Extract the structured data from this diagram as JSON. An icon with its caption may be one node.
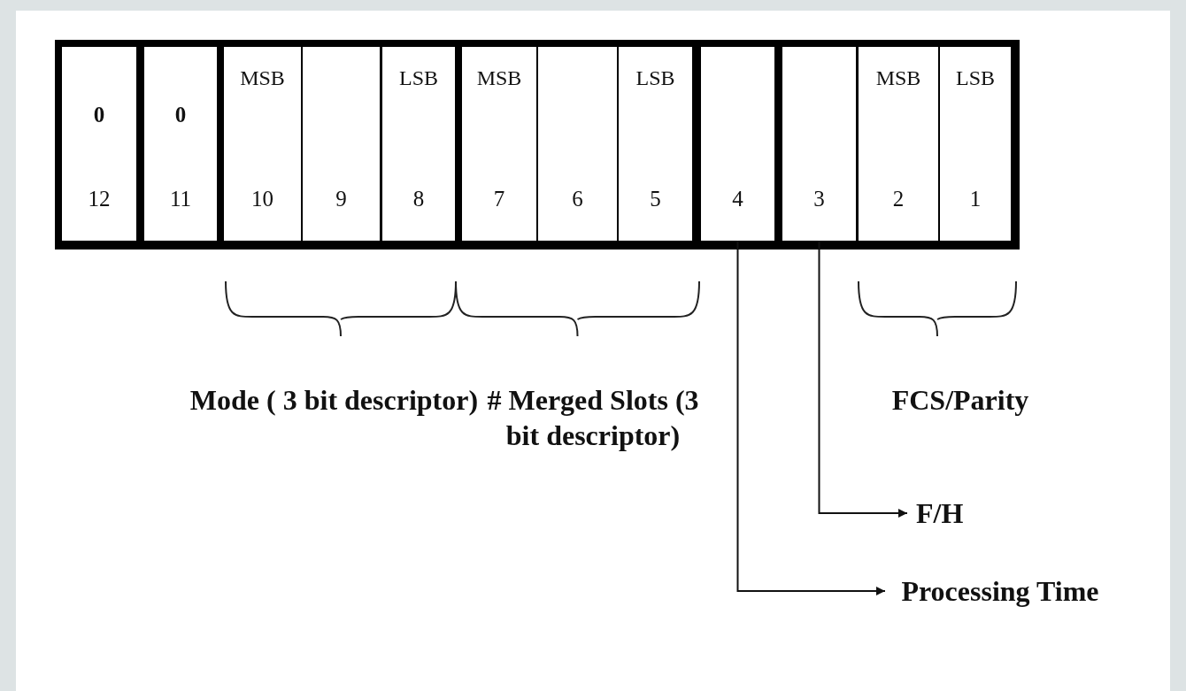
{
  "diagram": {
    "nodes": [
      {
        "text": [
          "0",
          "12"
        ]
      },
      {
        "text": [
          "0",
          "11"
        ]
      },
      {
        "text": [
          "MSB",
          "10"
        ]
      },
      {
        "text": [
          "9"
        ]
      },
      {
        "text": [
          "LSB",
          "8"
        ]
      },
      {
        "text": [
          "MSB",
          "7"
        ]
      },
      {
        "text": [
          "6"
        ]
      },
      {
        "text": [
          "LSB",
          "5"
        ]
      },
      {
        "text": [
          "4"
        ]
      },
      {
        "text": [
          "3"
        ]
      },
      {
        "text": [
          "MSB",
          "2"
        ]
      },
      {
        "text": [
          "LSB",
          "1"
        ]
      },
      {
        "text": [
          "F/H"
        ]
      },
      {
        "text": [
          "Processing Time"
        ]
      }
    ],
    "edges": [
      {
        "from": 9,
        "to": 12,
        "arrow": "to"
      },
      {
        "from": 8,
        "to": 13,
        "arrow": "to"
      }
    ],
    "labels": [
      "Mode ( 3 bit descriptor)",
      "# Merged Slots (3 bit descriptor)",
      "FCS/Parity"
    ]
  }
}
